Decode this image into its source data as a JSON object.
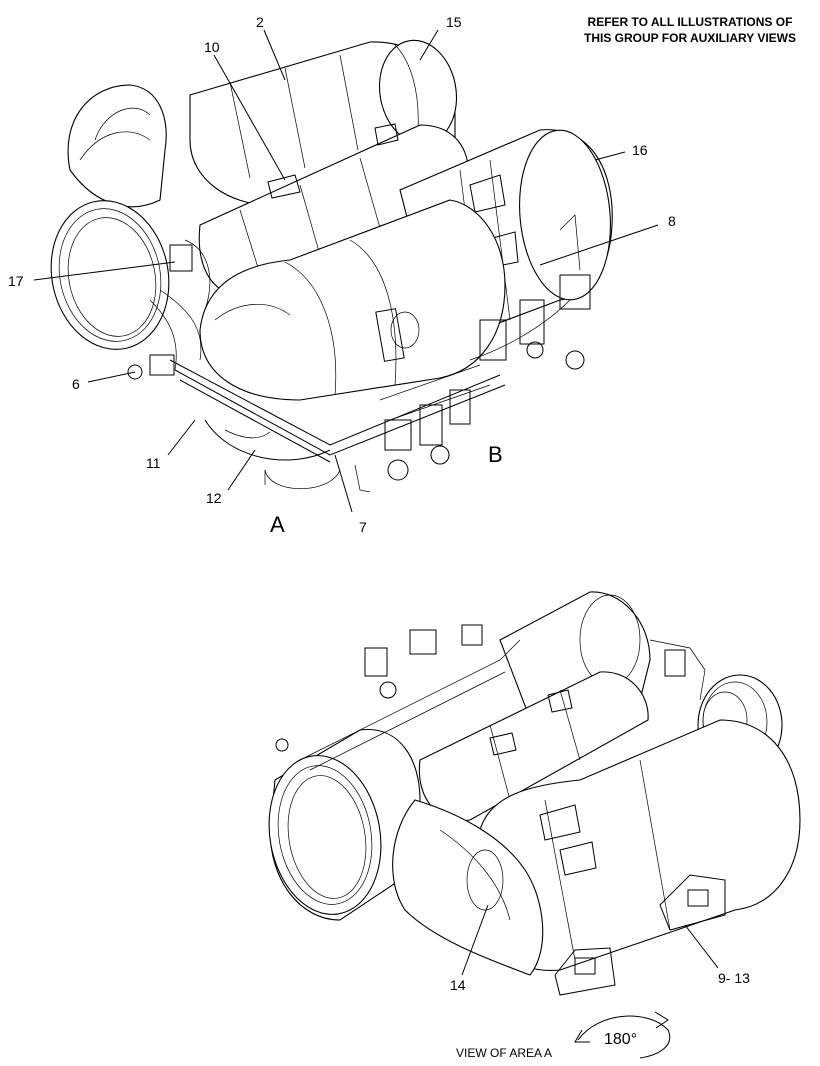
{
  "note": {
    "line1": "REFER TO ALL ILLUSTRATIONS OF",
    "line2": "THIS GROUP FOR AUXILIARY VIEWS"
  },
  "callouts": {
    "c2": "2",
    "c15": "15",
    "c10": "10",
    "c16": "16",
    "c8": "8",
    "c17": "17",
    "c6": "6",
    "c11": "11",
    "c12": "12",
    "c7": "7",
    "c14": "14",
    "c9_13": "9- 13"
  },
  "area_labels": {
    "a": "A",
    "b": "B"
  },
  "view_caption": "VIEW OF AREA  A",
  "rotation_label": "180°"
}
